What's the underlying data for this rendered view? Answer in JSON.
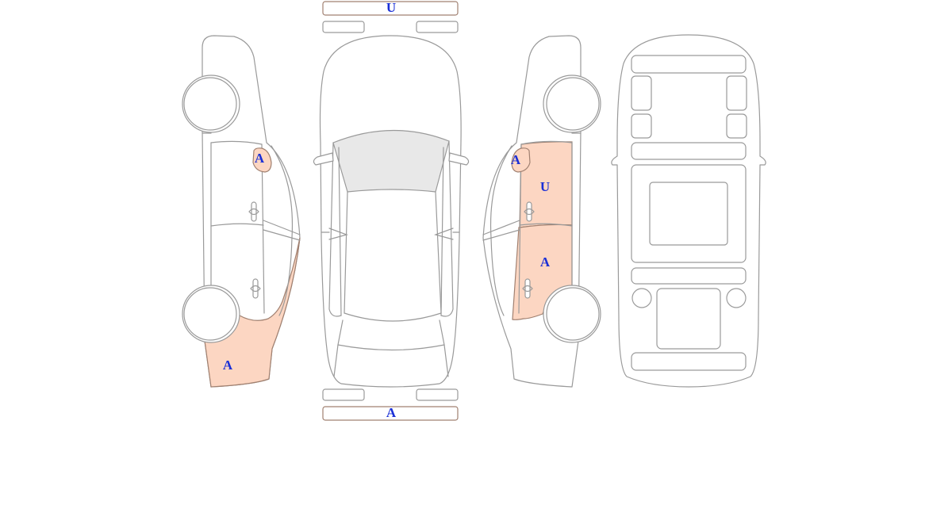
{
  "colors": {
    "damage_fill": "#fcd6c2",
    "label_text": "#1a2fd6",
    "outline": "#9a9a9a",
    "window_fill": "#e8e8e8"
  },
  "diagram": {
    "front_bumper": {
      "code": "U"
    },
    "rear_bumper": {
      "code": "A"
    },
    "left_side": {
      "mirror": {
        "code": "A"
      },
      "rear_quarter": {
        "code": "A"
      }
    },
    "right_side": {
      "mirror": {
        "code": "A"
      },
      "front_door": {
        "code": "U"
      },
      "rear_door": {
        "code": "A"
      }
    }
  }
}
